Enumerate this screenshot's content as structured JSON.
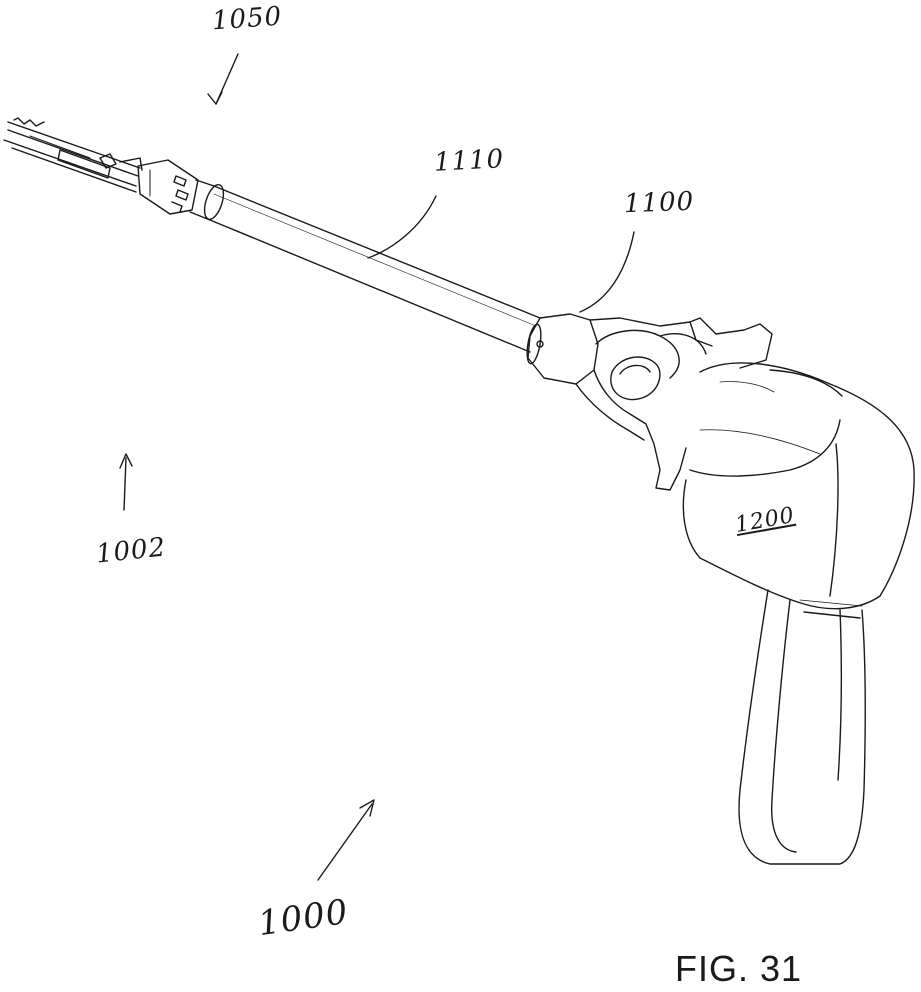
{
  "figure": {
    "title": "FIG. 31"
  },
  "reference_labels": {
    "r1050": "1050",
    "r1110": "1110",
    "r1100": "1100",
    "r1002": "1002",
    "r1200": "1200",
    "r1000": "1000"
  },
  "colors": {
    "ink": "#1a1a1a",
    "paper": "#ffffff"
  }
}
